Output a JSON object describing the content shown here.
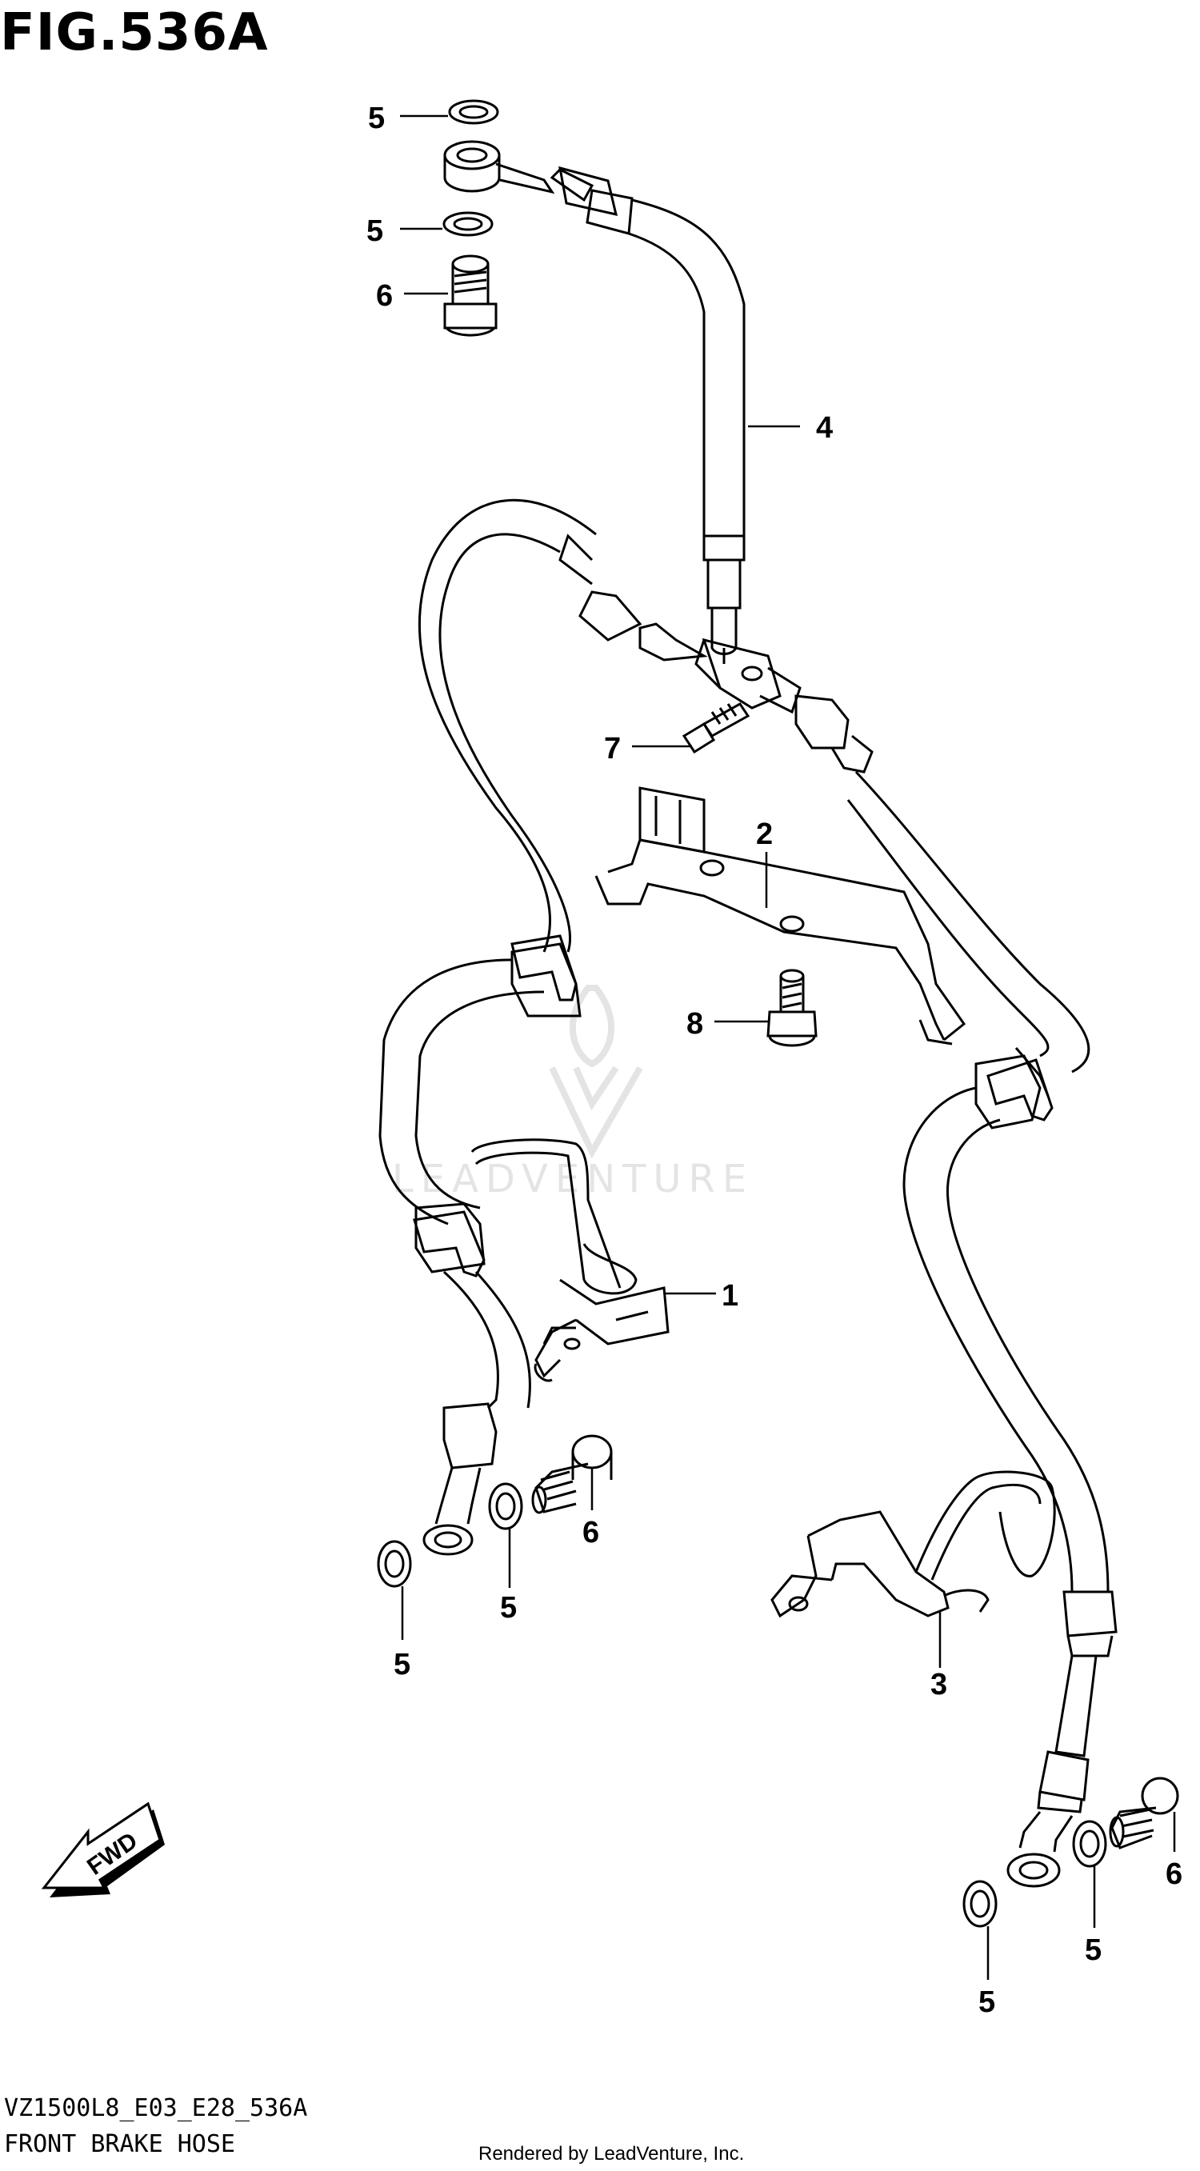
{
  "figure": {
    "title": "FIG.536A",
    "code": "VZ1500L8_E03_E28_536A",
    "name": "FRONT BRAKE HOSE",
    "credit": "Rendered by LeadVenture, Inc.",
    "watermark": "LEADVENTURE"
  },
  "direction_badge": {
    "label": "FWD",
    "icon": "arrow-forward-icon"
  },
  "callouts": [
    {
      "id": "c5-top-a",
      "label": "5"
    },
    {
      "id": "c5-top-b",
      "label": "5"
    },
    {
      "id": "c6-top",
      "label": "6"
    },
    {
      "id": "c4",
      "label": "4"
    },
    {
      "id": "c7",
      "label": "7"
    },
    {
      "id": "c2",
      "label": "2"
    },
    {
      "id": "c8",
      "label": "8"
    },
    {
      "id": "c1",
      "label": "1"
    },
    {
      "id": "c6-mid",
      "label": "6"
    },
    {
      "id": "c5-mid",
      "label": "5"
    },
    {
      "id": "c5-left",
      "label": "5"
    },
    {
      "id": "c3",
      "label": "3"
    },
    {
      "id": "c6-right",
      "label": "6"
    },
    {
      "id": "c5-right-a",
      "label": "5"
    },
    {
      "id": "c5-right-b",
      "label": "5"
    }
  ],
  "colors": {
    "line": "#000000",
    "background": "#ffffff",
    "watermark": "#e4e4e4"
  }
}
